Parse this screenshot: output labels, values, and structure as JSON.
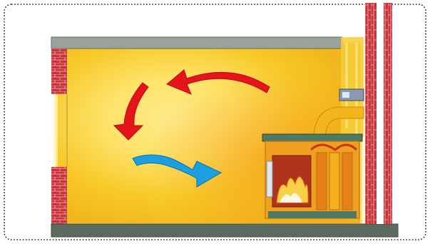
{
  "colors": {
    "warm_air": "#e8141c",
    "cool_air": "#1a9fe0",
    "wall_brick": "#c8343c",
    "wall_mortar": "#e8a0a0",
    "room_glow": "#f9d12b",
    "room_edge": "#fff4b3",
    "floor": "#5d6b5e",
    "ceiling": "#9aa39b",
    "stove_body": "#f0a020",
    "stove_top": "#4e7a63",
    "frame_border": "#222222"
  },
  "icons": {
    "warm_air_arrow_top": "curved-arrow-left",
    "warm_air_arrow_left": "curved-arrow-down",
    "cool_air_arrow": "curved-arrow-right",
    "stove": "wood-stove-cutaway",
    "chimney": "brick-chimney",
    "vent": "wall-vent"
  }
}
